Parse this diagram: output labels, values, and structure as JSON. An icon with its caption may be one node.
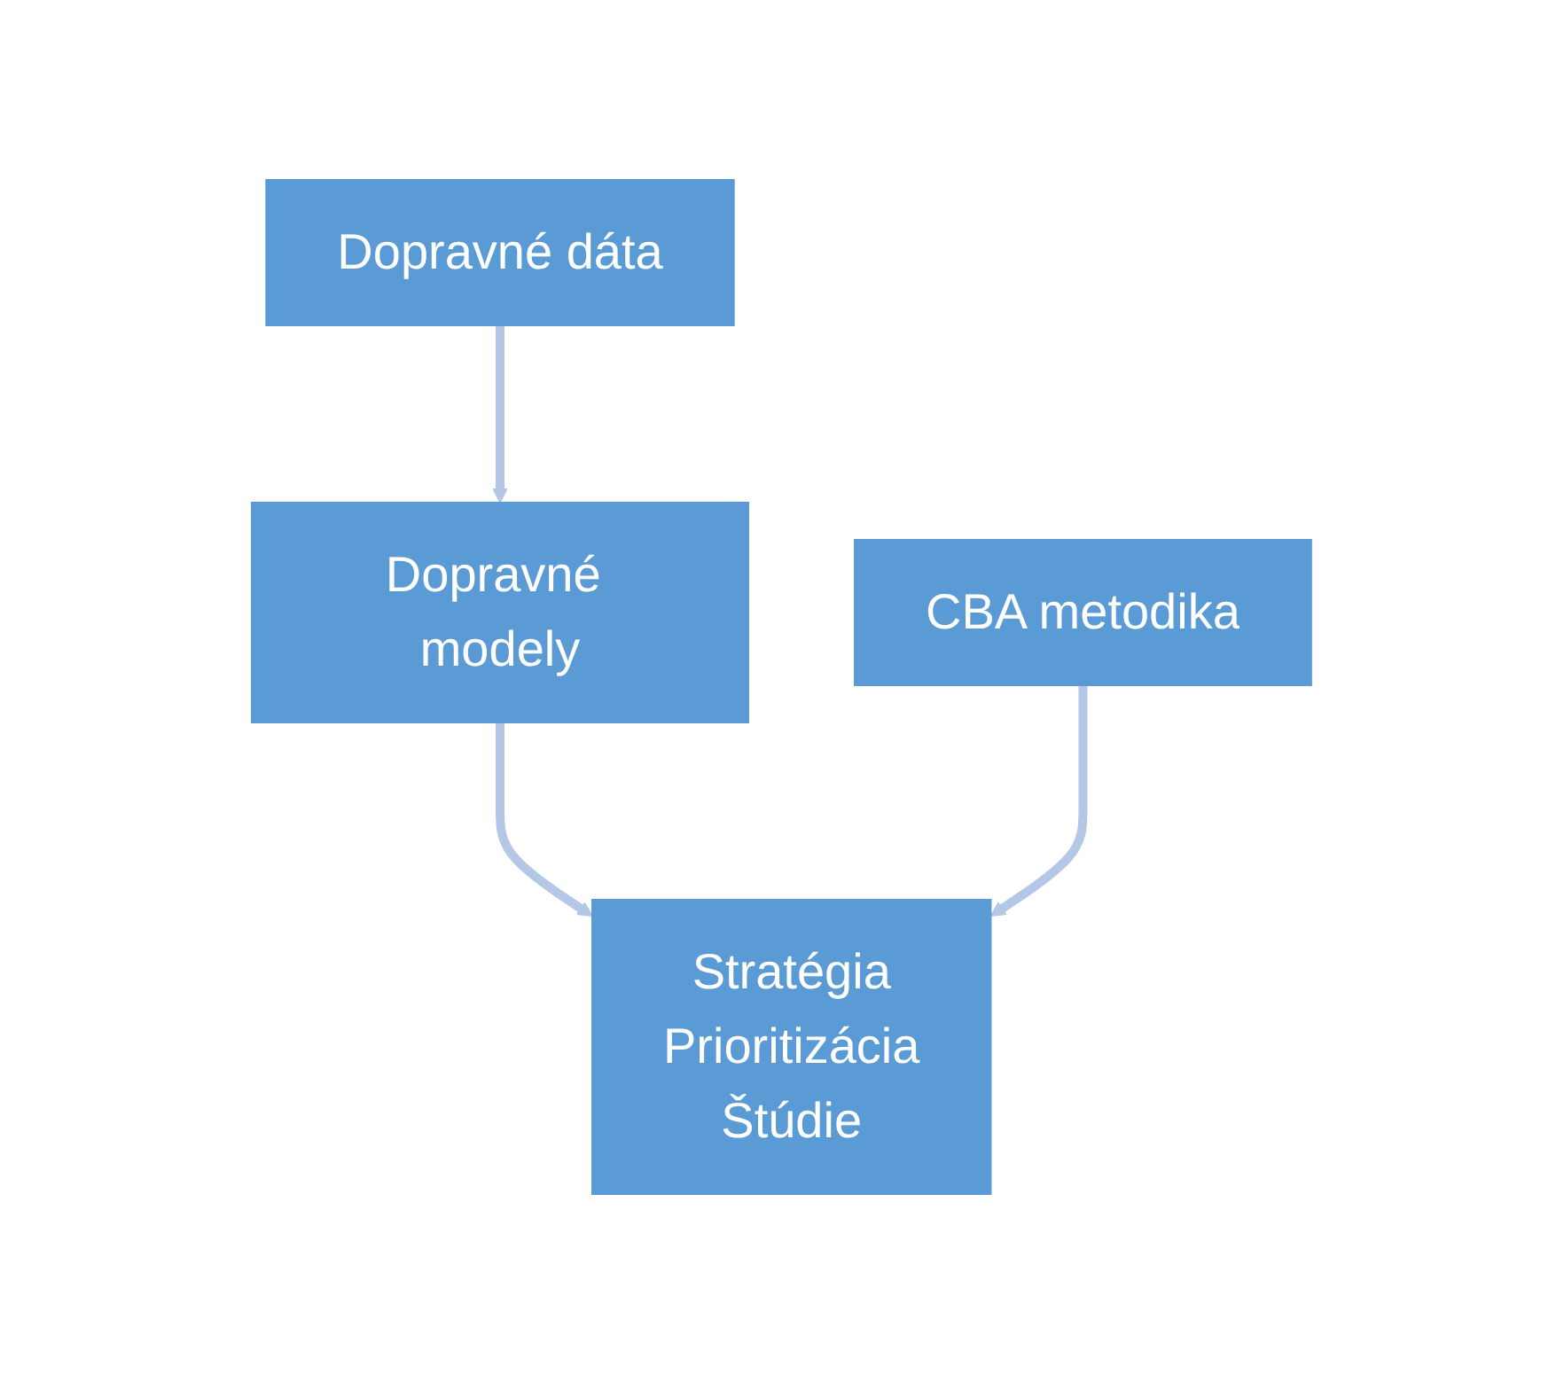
{
  "diagram": {
    "nodes": [
      {
        "text": [
          "Dopravné dáta"
        ]
      },
      {
        "text": [
          "Dopravné modely"
        ]
      },
      {
        "text": [
          "Stratégia",
          "Prioritizácia",
          "Štúdie"
        ]
      },
      {
        "text": [
          "CBA metodika"
        ]
      }
    ],
    "edges": [
      {
        "from": 0,
        "to": 1,
        "arrow": "to"
      },
      {
        "from": 1,
        "to": 2,
        "arrow": "to"
      },
      {
        "from": 3,
        "to": 2,
        "arrow": "to"
      }
    ]
  }
}
